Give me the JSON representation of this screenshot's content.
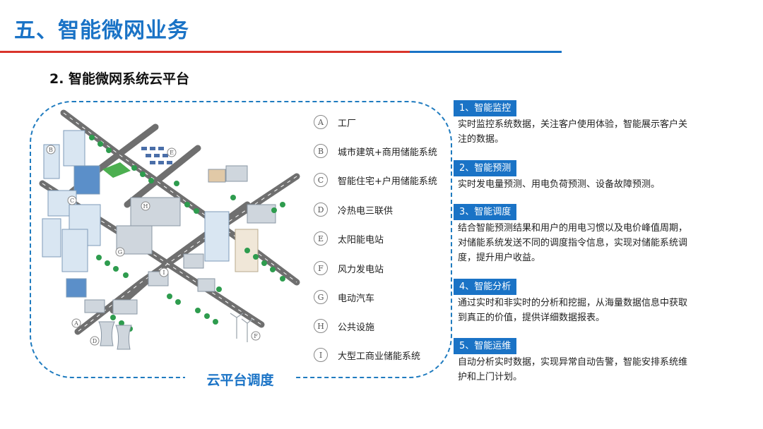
{
  "slide": {
    "title": "五、智能微网业务",
    "section_title": "2. 智能微网系统云平台",
    "frame_label": "云平台调度"
  },
  "illustration": {
    "markers": [
      "A",
      "B",
      "C",
      "D",
      "E",
      "F",
      "G",
      "H",
      "I"
    ]
  },
  "legend": [
    {
      "letter": "A",
      "label": "工厂"
    },
    {
      "letter": "B",
      "label": "城市建筑+商用储能系统"
    },
    {
      "letter": "C",
      "label": "智能住宅+户用储能系统"
    },
    {
      "letter": "D",
      "label": "冷热电三联供"
    },
    {
      "letter": "E",
      "label": "太阳能电站"
    },
    {
      "letter": "F",
      "label": "风力发电站"
    },
    {
      "letter": "G",
      "label": "电动汽车"
    },
    {
      "letter": "H",
      "label": "公共设施"
    },
    {
      "letter": "I",
      "label": "大型工商业储能系统"
    }
  ],
  "features": [
    {
      "tag": "1、智能监控",
      "lines": [
        "实时监控系统数据，关注客户使用体验，智能展示客户关",
        "注的数据。"
      ]
    },
    {
      "tag": "2、智能预测",
      "lines": [
        "实时发电量预测、用电负荷预测、设备故障预测。"
      ]
    },
    {
      "tag": "3、智能调度",
      "lines": [
        "结合智能预测结果和用户的用电习惯以及电价峰值周期，",
        "对储能系统发送不同的调度指令信息，实现对储能系统调",
        "度，提升用户收益。"
      ]
    },
    {
      "tag": "4、智能分析",
      "lines": [
        "通过实时和非实时的分析和挖掘，从海量数据信息中获取",
        "到真正的价值，提供详细数据报表。"
      ]
    },
    {
      "tag": "5、智能运维",
      "lines": [
        "自动分析实时数据，实现异常自动告警，智能安排系统维",
        "护和上门计划。"
      ]
    }
  ],
  "colors": {
    "brand_blue": "#1a73c6",
    "accent_red": "#d9342b",
    "road_gray": "#6f6f6f",
    "tree_green": "#2e9c4e"
  }
}
